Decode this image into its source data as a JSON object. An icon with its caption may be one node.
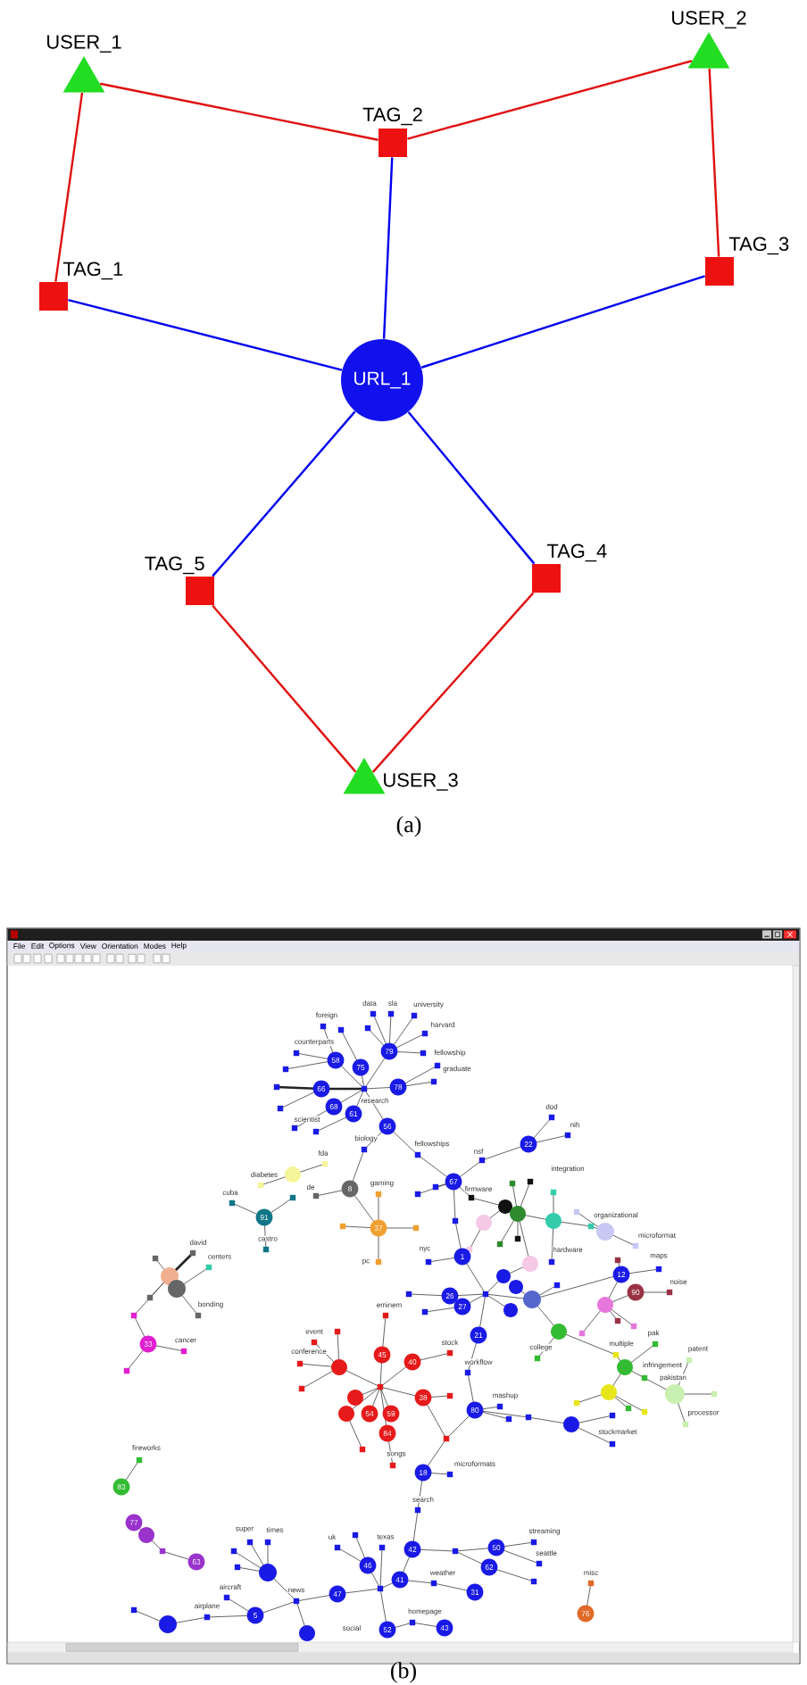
{
  "diagram": {
    "nodes": [
      {
        "text": [
          "USER_1"
        ]
      },
      {
        "text": [
          "USER_2"
        ]
      },
      {
        "text": [
          "TAG_2"
        ]
      },
      {
        "text": [
          "TAG_1"
        ]
      },
      {
        "text": [
          "TAG_3"
        ]
      },
      {
        "text": [
          "URL_1"
        ]
      },
      {
        "text": [
          "TAG_5"
        ]
      },
      {
        "text": [
          "TAG_4"
        ]
      },
      {
        "text": [
          "USER_3"
        ]
      }
    ],
    "edges": [
      {
        "from": 0,
        "to": 2,
        "arrow": "none"
      },
      {
        "from": 1,
        "to": 2,
        "arrow": "none"
      },
      {
        "from": 0,
        "to": 3,
        "arrow": "none"
      },
      {
        "from": 1,
        "to": 4,
        "arrow": "none"
      },
      {
        "from": 5,
        "to": 3,
        "arrow": "none",
        "color": "#0000ee"
      },
      {
        "from": 5,
        "to": 2,
        "arrow": "none",
        "color": "#0000ee"
      },
      {
        "from": 5,
        "to": 4,
        "arrow": "none",
        "color": "#0000ee"
      },
      {
        "from": 5,
        "to": 6,
        "arrow": "none",
        "color": "#0000ee"
      },
      {
        "from": 5,
        "to": 7,
        "arrow": "none",
        "color": "#0000ee"
      },
      {
        "from": 6,
        "to": 8,
        "arrow": "none"
      },
      {
        "from": 7,
        "to": 8,
        "arrow": "none"
      }
    ],
    "labels": [
      "(a)",
      "File",
      "Edit",
      "Options",
      "View",
      "Orientation",
      "Modes",
      "Help",
      "data",
      "sla",
      "university",
      "foreign",
      "harvard",
      "counterparts",
      "79",
      "fellowship",
      "58",
      "75",
      "graduate",
      "78",
      "66",
      "research",
      "68",
      "dod",
      "61",
      "scientist",
      "nih",
      "56",
      "biology",
      "fellowships",
      "22",
      "nsf",
      "fda",
      "integration",
      "diabetes",
      "67",
      "gaming",
      "de",
      "8",
      "firmware",
      "cuba",
      "organizational",
      "91",
      "37",
      "microformat",
      "castro",
      "david",
      "nyc",
      "hardware",
      "1",
      "maps",
      "centers",
      "pc",
      "12",
      "noise",
      "90",
      "26",
      "bonding",
      "eminem",
      "27",
      "event",
      "pak",
      "21",
      "cancer",
      "stock",
      "33",
      "multiple",
      "college",
      "patent",
      "conference",
      "45",
      "40",
      "workflow",
      "infringement",
      "pakistan",
      "mashup",
      "38",
      "80",
      "54",
      "59",
      "processor",
      "stockmarket",
      "84",
      "fireworks",
      "songs",
      "microformats",
      "18",
      "83",
      "search",
      "77",
      "super",
      "times",
      "streaming",
      "uk",
      "texas",
      "50",
      "42",
      "seattle",
      "63",
      "46",
      "62",
      "weather",
      "misc",
      "41",
      "aircraft",
      "news",
      "31",
      "47",
      "airplane",
      "homepage",
      "76",
      "5",
      "43",
      "social",
      "52",
      "(b)"
    ]
  }
}
